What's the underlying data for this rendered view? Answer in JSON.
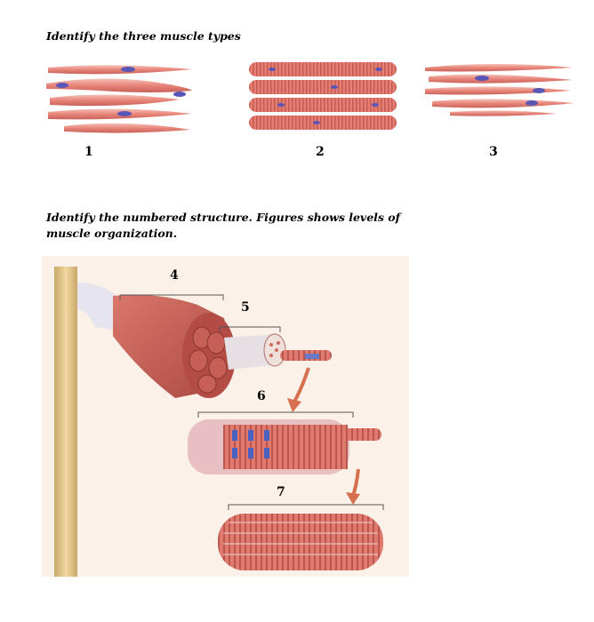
{
  "question1": "Identify the three muscle types",
  "labels": [
    "1",
    "2",
    "3"
  ],
  "question2": "Identify the numbered structure. Figures shows levels of muscle organization.",
  "figure_labels": [
    "4",
    "5",
    "6",
    "7"
  ],
  "colors": {
    "muscle": "#e8857a",
    "muscle_light": "#f4b3a8",
    "nucleus": "#5a56b8",
    "background": "#fbf1e8",
    "arrow": "#d6704f"
  }
}
